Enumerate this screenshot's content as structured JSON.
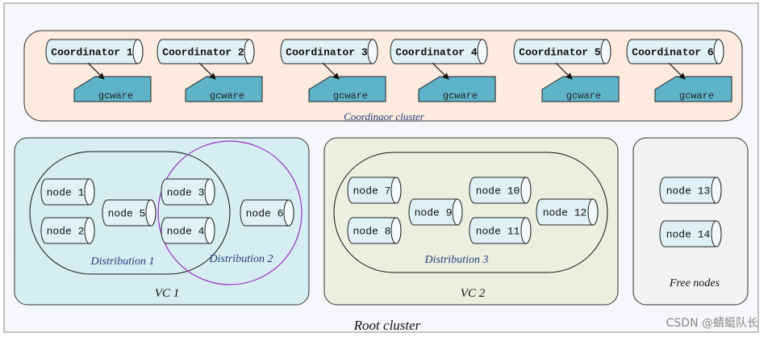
{
  "root_label": "Root cluster",
  "coordinator_cluster": {
    "label": "Coordinaor cluster",
    "coordinators": [
      {
        "name": "Coordinator 1",
        "gcware": "gcware"
      },
      {
        "name": "Coordinator 2",
        "gcware": "gcware"
      },
      {
        "name": "Coordinator 3",
        "gcware": "gcware"
      },
      {
        "name": "Coordinator 4",
        "gcware": "gcware"
      },
      {
        "name": "Coordinator 5",
        "gcware": "gcware"
      },
      {
        "name": "Coordinator 6",
        "gcware": "gcware"
      }
    ]
  },
  "vc1": {
    "label": "VC 1",
    "distribution_1": "Distribution 1",
    "distribution_2": "Distribution 2",
    "nodes": [
      "node 1",
      "node 2",
      "node 5",
      "node 3",
      "node 4",
      "node 6"
    ]
  },
  "vc2": {
    "label": "VC 2",
    "distribution_3": "Distribution 3",
    "nodes": [
      "node 7",
      "node 8",
      "node 9",
      "node 10",
      "node 11",
      "node 12"
    ]
  },
  "free": {
    "label": "Free nodes",
    "nodes": [
      "node 13",
      "node 14"
    ]
  },
  "watermark": "CSDN @蜻蜓队长",
  "colors": {
    "coord_fill": "#fdebe0",
    "vc1_fill": "#d6eef2",
    "vc2_fill": "#ecefdf",
    "free_fill": "#f2f2f2",
    "root_fill": "#f6f7fa",
    "cylinder_fill": "#dff0f6",
    "gcware_fill": "#5fb3c8",
    "distribution_2_stroke": "#9b30c8",
    "blue_text": "#1f3f7a"
  }
}
